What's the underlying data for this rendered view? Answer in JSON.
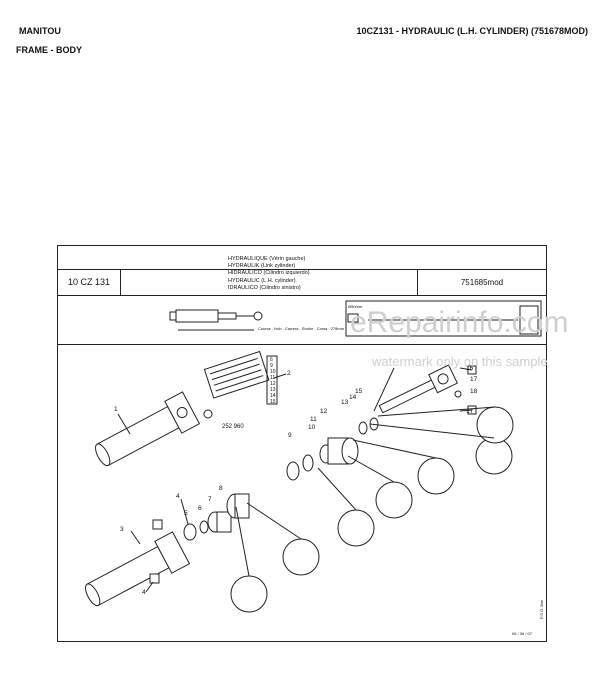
{
  "header": {
    "brand": "MANITOU",
    "section": "FRAME - BODY",
    "title": "10CZ131 - HYDRAULIC (L.H. CYLINDER) (751678MOD)"
  },
  "sheet": {
    "code": "10 CZ 131",
    "reference": "751685mod",
    "languages": [
      "HYDRAULIQUE (Vérin gauche)",
      "HYDRAULIK (Link zylinder)",
      "HIDRAULICO (Cilindro izquierdo)",
      "HYDRAULIC (L.H. cylinder)",
      "IDRAULICO (Cilindro sinistro)"
    ],
    "cylinder_caption": "Course . Hub . Carrera . Stroke . Corsa . 278mm",
    "dimension_label": "Ø50mm",
    "part_number": "252 960",
    "date": "06 / 06 / 07",
    "vertical_text": "P.S.O. 8ae",
    "callouts": [
      "1",
      "2",
      "3",
      "4",
      "4",
      "5",
      "6",
      "7",
      "8",
      "9",
      "10",
      "11",
      "12",
      "13",
      "14",
      "15",
      "16",
      "17",
      "17",
      "18",
      "19"
    ],
    "kit_numbers": [
      "6",
      "9",
      "10",
      "11",
      "12",
      "13",
      "14",
      "15"
    ]
  },
  "watermark": {
    "main": "eRepairinfo.com",
    "sub": "watermark only on this sample"
  }
}
